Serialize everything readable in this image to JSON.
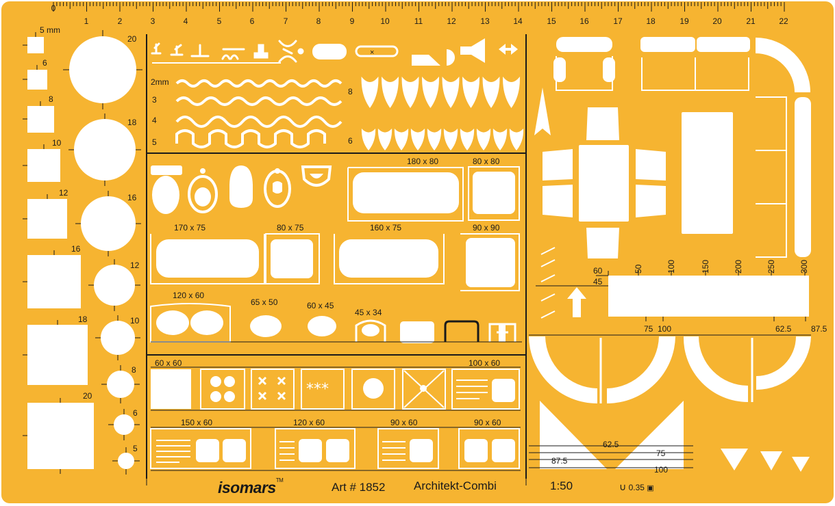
{
  "colors": {
    "stencil": "#f6b431",
    "cutout": "#ffffff",
    "ink": "#1a1a1a"
  },
  "ruler": {
    "labels": [
      "0",
      "1",
      "2",
      "3",
      "4",
      "5",
      "6",
      "7",
      "8",
      "9",
      "10",
      "11",
      "12",
      "13",
      "14",
      "15",
      "16",
      "17",
      "18",
      "19",
      "20",
      "21",
      "22"
    ]
  },
  "squares": {
    "labels": [
      "5 mm",
      "6",
      "8",
      "10",
      "12",
      "16",
      "18",
      "20"
    ]
  },
  "circles": {
    "labels": [
      "20",
      "18",
      "16",
      "12",
      "10",
      "8",
      "6",
      "5"
    ]
  },
  "waves": {
    "labels": [
      "2mm",
      "3",
      "4",
      "5"
    ]
  },
  "plants": {
    "labels": [
      "8",
      "6"
    ]
  },
  "bathroom": {
    "labels": [
      "180 x 80",
      "80 x 80",
      "170 x 75",
      "80 x 75",
      "160 x 75",
      "90 x 90",
      "120 x 60",
      "65 x 50",
      "60 x 45",
      "45 x 34"
    ]
  },
  "kitchen": {
    "labels": [
      "60 x 60",
      "100 x 60",
      "150 x 60",
      "120 x 60",
      "90 x 60",
      "90 x 60"
    ]
  },
  "furniture_scale": {
    "top": [
      "50",
      "100",
      "150",
      "200",
      "250",
      "300"
    ],
    "left": [
      "60",
      "45"
    ],
    "bottom": [
      "75",
      "100",
      "62.5",
      "87.5"
    ]
  },
  "doors": {
    "labels": [
      "62.5",
      "75",
      "87.5",
      "100"
    ]
  },
  "footer": {
    "brand": "isomars",
    "tm": "TM",
    "article": "Art # 1852",
    "model": "Architekt-Combi",
    "scale": "1:50",
    "pen": "0.35"
  }
}
